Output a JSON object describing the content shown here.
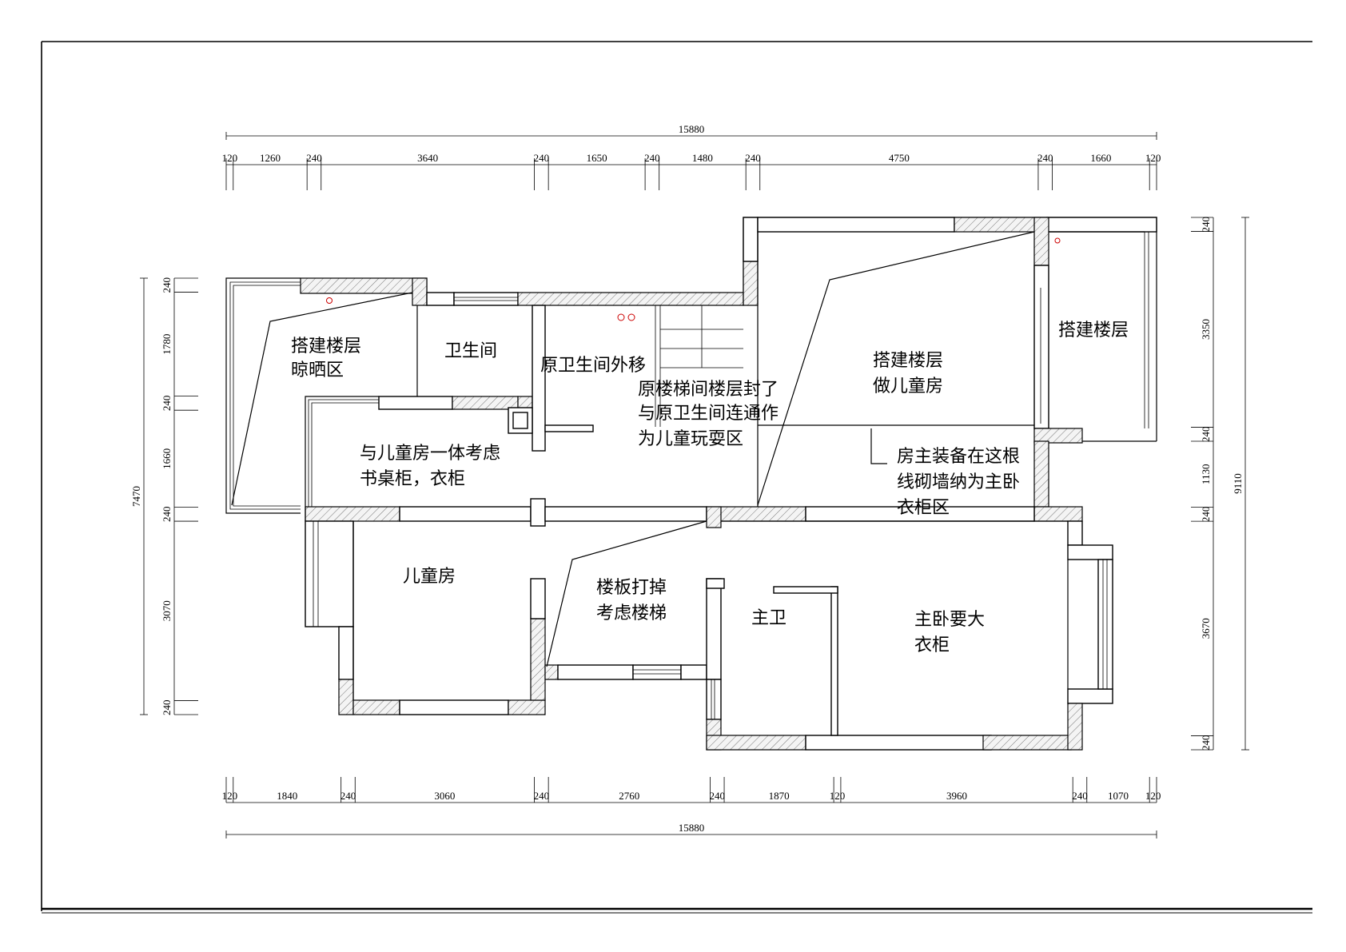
{
  "rooms": {
    "west_roof": [
      "搭建楼层",
      "晾晒区"
    ],
    "bath_old": "卫生间",
    "bath_moved": "原卫生间外移",
    "stair_note": [
      "原楼梯间楼层封了",
      "与原卫生间连通作",
      "为儿童玩耍区"
    ],
    "kids_extra": [
      "搭建楼层",
      "做儿童房"
    ],
    "east_roof": "搭建楼层",
    "study_note": [
      "与儿童房一体考虑",
      "书桌柜，衣柜"
    ],
    "owner_note": [
      "房主装备在这根",
      "线砌墙纳为主卧",
      "衣柜区"
    ],
    "kids_room": "儿童房",
    "slab_note": [
      "楼板打掉",
      "考虑楼梯"
    ],
    "master_bath": "主卫",
    "master_bed": [
      "主卧要大",
      "衣柜"
    ]
  },
  "dims": {
    "top_total": "15880",
    "top": [
      "120",
      "1260",
      "240",
      "3640",
      "240",
      "1650",
      "240",
      "1480",
      "240",
      "4750",
      "240",
      "1660",
      "120"
    ],
    "bottom_total": "15880",
    "bottom": [
      "120",
      "1840",
      "240",
      "3060",
      "240",
      "2760",
      "240",
      "1870",
      "120",
      "3960",
      "240",
      "1070",
      "120"
    ],
    "left_total": "7470",
    "left": [
      "240",
      "1780",
      "240",
      "1660",
      "240",
      "3070",
      "240"
    ],
    "right_total": "9110",
    "right": [
      "240",
      "3350",
      "240",
      "1130",
      "240",
      "3670",
      "240"
    ]
  }
}
